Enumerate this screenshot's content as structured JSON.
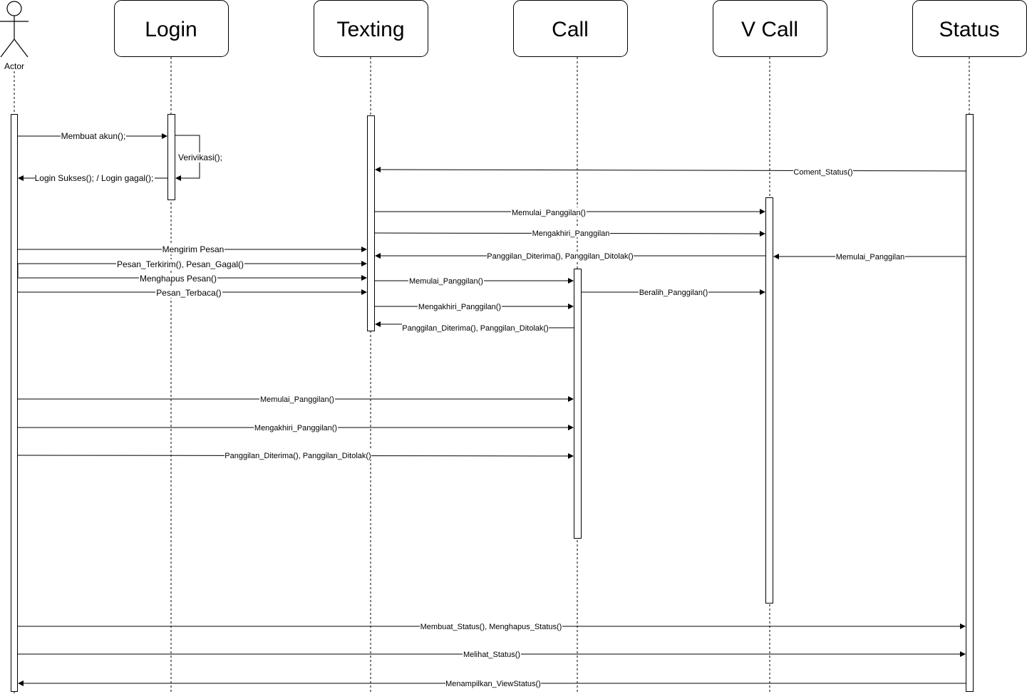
{
  "actor": {
    "label": "Actor"
  },
  "participants": [
    "Login",
    "Texting",
    "Call",
    "V Call",
    "Status"
  ],
  "messages": [
    "Membuat akun();",
    "Verivikasi();",
    "Login Sukses(); / Login gagal();",
    "Coment_Status()",
    "Memulai_Panggilan()",
    "Mengakhiri_Panggilan",
    "Mengirim Pesan",
    "Panggilan_Diterima(), Panggilan_Ditolak()",
    "Memulai_Panggilan",
    "Pesan_Terkirim(), Pesan_Gagal()",
    "Menghapus Pesan()",
    "Memulai_Panggilan()",
    "Pesan_Terbaca()",
    "Beralih_Panggilan()",
    "Mengakhiri_Panggilan()",
    "Panggilan_Diterima(), Panggilan_Ditolak()",
    "Memulai_Panggilan()",
    "Mengakhiri_Panggilan()",
    "Panggilan_Diterima(), Panggilan_Ditolak()",
    "Membuat_Status(), Menghapus_Status()",
    "Melihat_Status()",
    "Menampilkan_ViewStatus()"
  ]
}
